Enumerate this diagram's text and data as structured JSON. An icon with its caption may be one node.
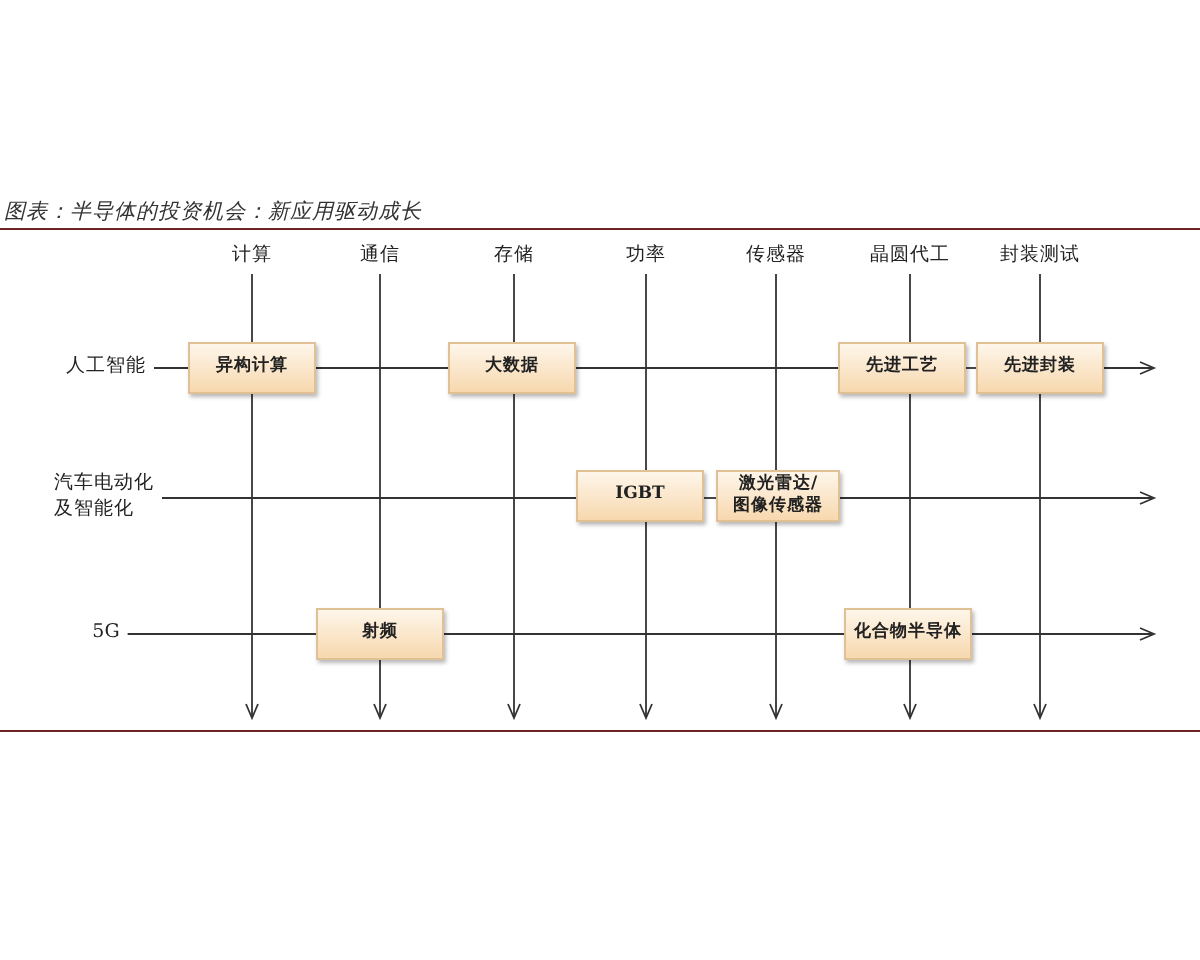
{
  "diagram": {
    "title": "图表：半导体的投资机会：新应用驱动成长",
    "nodes": [
      {
        "text": [
          "计算"
        ]
      },
      {
        "text": [
          "通信"
        ]
      },
      {
        "text": [
          "存储"
        ]
      },
      {
        "text": [
          "功率"
        ]
      },
      {
        "text": [
          "传感器"
        ]
      },
      {
        "text": [
          "晶圆代工"
        ]
      },
      {
        "text": [
          "封装测试"
        ]
      },
      {
        "text": [
          "人工智能"
        ]
      },
      {
        "text": [
          "异构计算"
        ]
      },
      {
        "text": [
          "大数据"
        ]
      },
      {
        "text": [
          "先进工艺"
        ]
      },
      {
        "text": [
          "先进封装"
        ]
      },
      {
        "text": [
          "汽车电动化及智能化"
        ]
      },
      {
        "text": [
          "IGBT"
        ]
      },
      {
        "text": [
          "激光雷达/图像传感器"
        ]
      },
      {
        "text": [
          "5G"
        ]
      },
      {
        "text": [
          "射频"
        ]
      },
      {
        "text": [
          "化合物半导体"
        ]
      }
    ],
    "edges": [
      {
        "from": 0,
        "to": 8,
        "arrow": "none"
      },
      {
        "from": 8,
        "to": null,
        "arrow": "to"
      },
      {
        "from": 1,
        "to": 16,
        "arrow": "none"
      },
      {
        "from": 16,
        "to": null,
        "arrow": "to"
      },
      {
        "from": 2,
        "to": 9,
        "arrow": "none"
      },
      {
        "from": 9,
        "to": null,
        "arrow": "to"
      },
      {
        "from": 3,
        "to": 13,
        "arrow": "none"
      },
      {
        "from": 13,
        "to": null,
        "arrow": "to"
      },
      {
        "from": 4,
        "to": 14,
        "arrow": "none"
      },
      {
        "from": 14,
        "to": null,
        "arrow": "to"
      },
      {
        "from": 5,
        "to": 10,
        "arrow": "none"
      },
      {
        "from": 10,
        "to": 17,
        "arrow": "none"
      },
      {
        "from": 17,
        "to": null,
        "arrow": "to"
      },
      {
        "from": 6,
        "to": 11,
        "arrow": "none"
      },
      {
        "from": 11,
        "to": null,
        "arrow": "to"
      },
      {
        "from": 7,
        "to": 8,
        "arrow": "none"
      },
      {
        "from": 8,
        "to": 9,
        "arrow": "none"
      },
      {
        "from": 9,
        "to": 10,
        "arrow": "none"
      },
      {
        "from": 10,
        "to": 11,
        "arrow": "none"
      },
      {
        "from": 11,
        "to": null,
        "arrow": "to"
      },
      {
        "from": 12,
        "to": 13,
        "arrow": "none"
      },
      {
        "from": 13,
        "to": 14,
        "arrow": "none"
      },
      {
        "from": 14,
        "to": null,
        "arrow": "to"
      },
      {
        "from": 15,
        "to": 16,
        "arrow": "none"
      },
      {
        "from": 16,
        "to": 17,
        "arrow": "none"
      },
      {
        "from": 17,
        "to": null,
        "arrow": "to"
      }
    ]
  }
}
